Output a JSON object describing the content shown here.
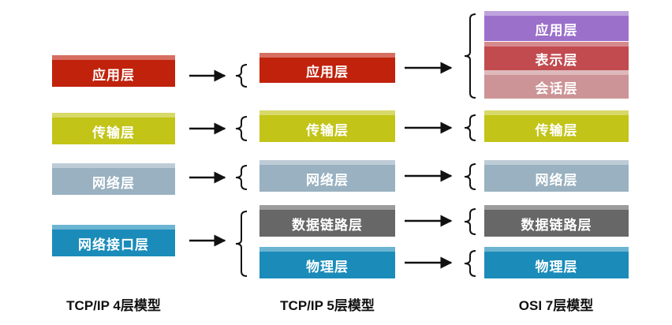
{
  "colors": {
    "app": "#c0220c",
    "pres": "#c24b50",
    "sess": "#cc9496",
    "trans": "#c2c418",
    "net": "#99b1c0",
    "link": "#676767",
    "phys": "#1b8cb9",
    "osi_app": "#9b70cb",
    "stroke": "#111111"
  },
  "tcpip4": {
    "caption": "TCP/IP 4层模型",
    "layers": [
      "应用层",
      "传输层",
      "网络层",
      "网络接口层"
    ]
  },
  "tcpip5": {
    "caption": "TCP/IP 5层模型",
    "layers": [
      "应用层",
      "传输层",
      "网络层",
      "数据链路层",
      "物理层"
    ]
  },
  "osi7": {
    "caption": "OSI 7层模型",
    "layers": [
      "应用层",
      "表示层",
      "会话层",
      "传输层",
      "网络层",
      "数据链路层",
      "物理层"
    ]
  }
}
